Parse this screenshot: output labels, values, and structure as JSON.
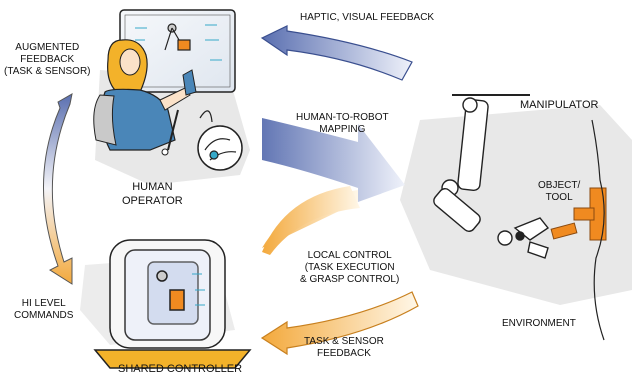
{
  "colors": {
    "blue_dark": "#5a6fb0",
    "blue_light": "#eef1fa",
    "orange_dark": "#f3a93c",
    "orange_light": "#fff7e8",
    "tool_orange": "#f08a20",
    "hair": "#f3b22a",
    "shirt": "#4a86b8",
    "shadow": "#e6e6e6"
  },
  "labels": {
    "haptic_feedback": "HAPTIC, VISUAL FEEDBACK",
    "augmented_feedback": [
      "AUGMENTED",
      "FEEDBACK",
      "(TASK & SENSOR)"
    ],
    "human_to_robot": [
      "HUMAN-TO-ROBOT",
      "MAPPING"
    ],
    "manipulator": "MANIPULATOR",
    "human_operator": [
      "HUMAN",
      "OPERATOR"
    ],
    "object_tool": [
      "OBJECT/",
      "TOOL"
    ],
    "local_control": [
      "LOCAL CONTROL",
      "(TASK EXECUTION",
      "& GRASP CONTROL)"
    ],
    "hi_level_commands": [
      "HI LEVEL",
      "COMMANDS"
    ],
    "environment": "ENVIRONMENT",
    "task_sensor_feedback": [
      "TASK & SENSOR",
      "FEEDBACK"
    ],
    "shared_controller": "SHARED CONTROLLER"
  }
}
